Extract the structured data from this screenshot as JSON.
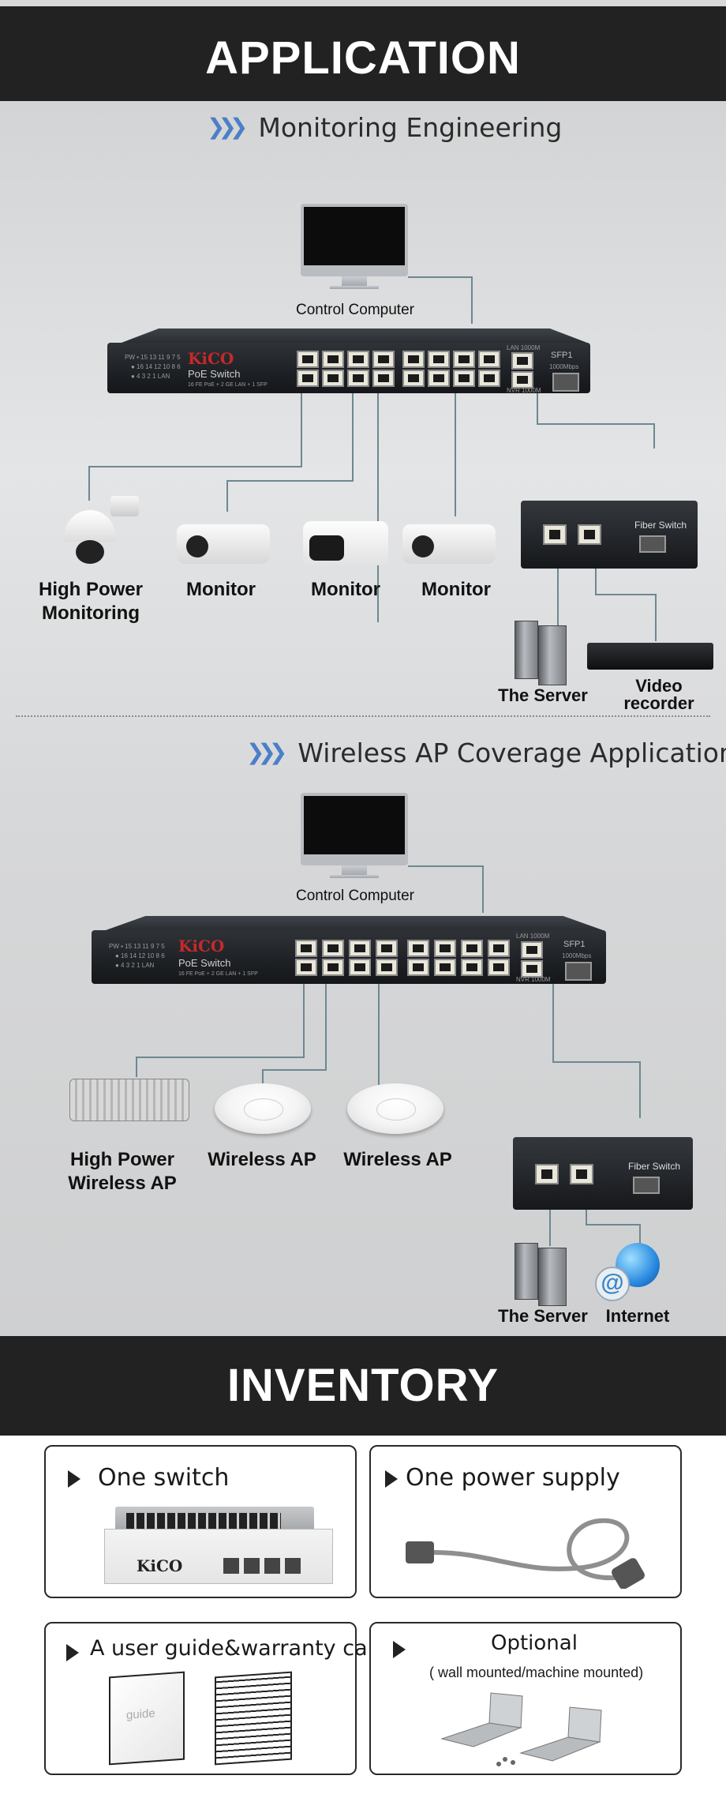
{
  "banners": {
    "application": "APPLICATION",
    "inventory": "INVENTORY"
  },
  "section1": {
    "title": "Monitoring Engineering",
    "control_computer": "Control Computer",
    "devices": [
      "High Power\nMonitoring",
      "Monitor",
      "Monitor",
      "Monitor"
    ],
    "device_1_line1": "High Power",
    "device_1_line2": "Monitoring",
    "server": "The Server",
    "video_recorder_line1": "Video",
    "video_recorder_line2": "recorder"
  },
  "section2": {
    "title": "Wireless AP Coverage Application",
    "control_computer": "Control Computer",
    "ap_hp_line1": "High Power",
    "ap_hp_line2": "Wireless AP",
    "ap_1": "Wireless AP",
    "ap_2": "Wireless AP",
    "server": "The Server",
    "internet": "Internet"
  },
  "switch": {
    "brand": "KiCO",
    "model": "PoE Switch",
    "spec": "16 FE PoE + 2 GE LAN + 1 SFP",
    "sfp_label": "SFP1",
    "sfp_speed": "1000Mbps",
    "lan_label": "LAN 1000M",
    "nvr_label": "NVR 1000M"
  },
  "fiber_switch": {
    "name": "Fiber Switch"
  },
  "inventory": {
    "items": [
      {
        "title": "One switch"
      },
      {
        "title": "One power supply"
      },
      {
        "title": "A user guide&warranty card",
        "guide_text": "guide"
      },
      {
        "title": "Optional",
        "subtitle": "( wall mounted/machine mounted)"
      }
    ],
    "box_brand": "KiCO"
  },
  "colors": {
    "banner": "#222222",
    "wire": "#6d8892",
    "brand_red": "#c8282a",
    "chevron": "#4b7fc7"
  }
}
